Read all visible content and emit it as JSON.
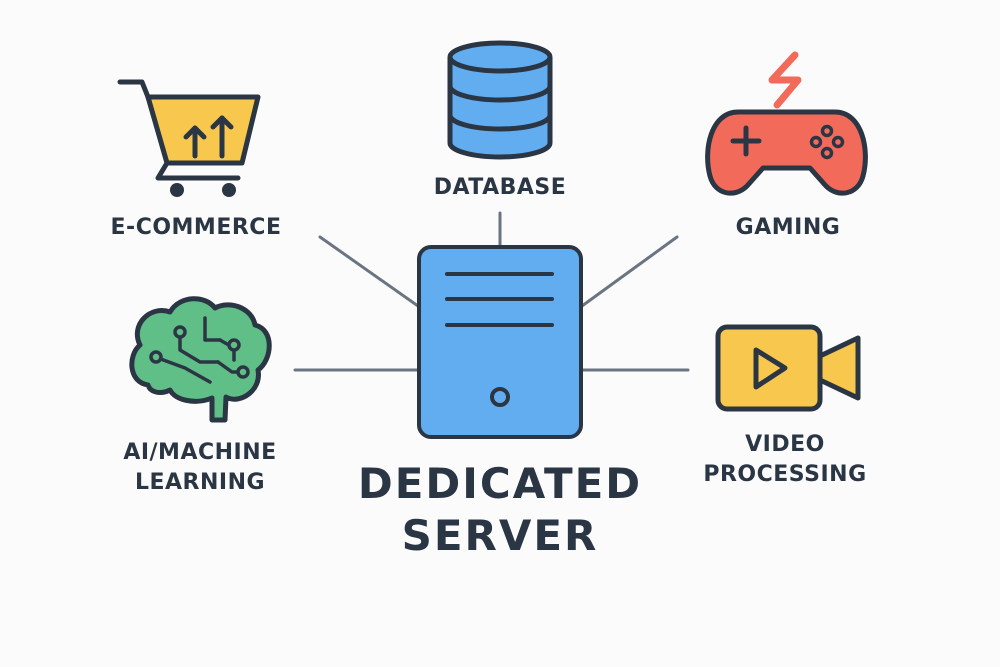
{
  "center": {
    "title_line1": "DEDICATED",
    "title_line2": "SERVER"
  },
  "nodes": {
    "ecommerce": "E-COMMERCE",
    "database": "DATABASE",
    "gaming": "GAMING",
    "ai_line1": "AI/MACHINE",
    "ai_line2": "LEARNING",
    "video_line1": "VIDEO",
    "video_line2": "PROCESSING"
  },
  "colors": {
    "server": "#62adf0",
    "outline": "#2b3645",
    "cart": "#f8c84e",
    "brain": "#5fbf86",
    "gamepad": "#f26b5a",
    "bolt": "#f26b5a",
    "video": "#f8c84e",
    "connector": "#6b7582"
  },
  "icons": [
    "shopping-cart-icon",
    "database-icon",
    "gamepad-icon",
    "lightning-icon",
    "brain-icon",
    "video-camera-icon",
    "server-icon"
  ]
}
